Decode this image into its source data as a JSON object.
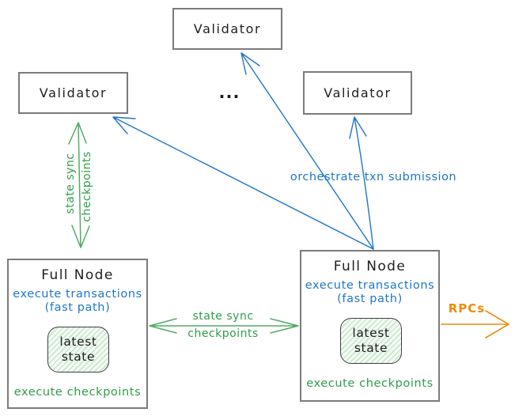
{
  "nodes": {
    "validator_top": "Validator",
    "validator_left": "Validator",
    "validator_right": "Validator",
    "ellipsis": "...",
    "full_node_left": {
      "title": "Full Node",
      "exec_line1": "execute transactions",
      "exec_line2": "(fast path)",
      "state_line1": "latest",
      "state_line2": "state",
      "footer": "execute checkpoints"
    },
    "full_node_right": {
      "title": "Full Node",
      "exec_line1": "execute transactions",
      "exec_line2": "(fast path)",
      "state_line1": "latest",
      "state_line2": "state",
      "footer": "execute checkpoints"
    }
  },
  "edge_labels": {
    "left_sync_line1": "state sync",
    "left_sync_line2": "checkpoints",
    "mid_sync_line1": "state sync",
    "mid_sync_line2": "checkpoints",
    "orchestrate": "orchestrate txn submission",
    "rpcs": "RPCs"
  },
  "colors": {
    "blue": "#1e76c8",
    "green_text": "#2e9e48",
    "green_arrow": "#52ab66",
    "orange": "#ef8b09",
    "box_border": "#7b7b7b",
    "ink": "#1e1e1e",
    "state_fill": "#f4faf4",
    "state_hatch": "#c9e7cd",
    "state_border": "#3f3f3f"
  }
}
